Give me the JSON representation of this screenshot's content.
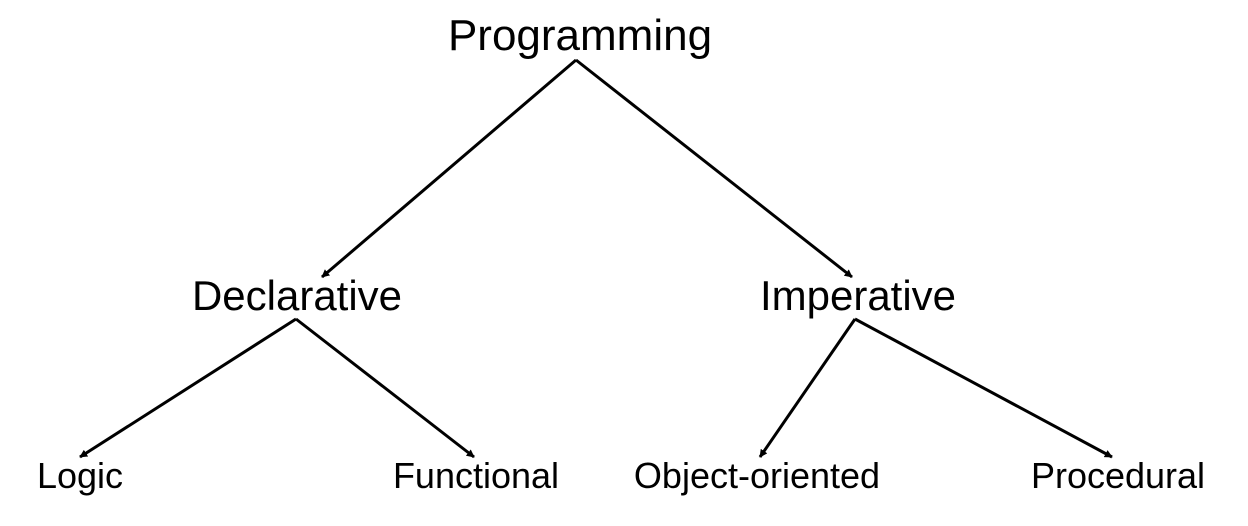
{
  "nodes": {
    "root": "Programming",
    "declarative": "Declarative",
    "imperative": "Imperative",
    "logic": "Logic",
    "functional": "Functional",
    "object_oriented": "Object-oriented",
    "procedural": "Procedural"
  },
  "edges": [
    [
      "root",
      "declarative"
    ],
    [
      "root",
      "imperative"
    ],
    [
      "declarative",
      "logic"
    ],
    [
      "declarative",
      "functional"
    ],
    [
      "imperative",
      "object_oriented"
    ],
    [
      "imperative",
      "procedural"
    ]
  ],
  "colors": {
    "line": "#000000",
    "text": "#000000",
    "background": "#ffffff"
  }
}
